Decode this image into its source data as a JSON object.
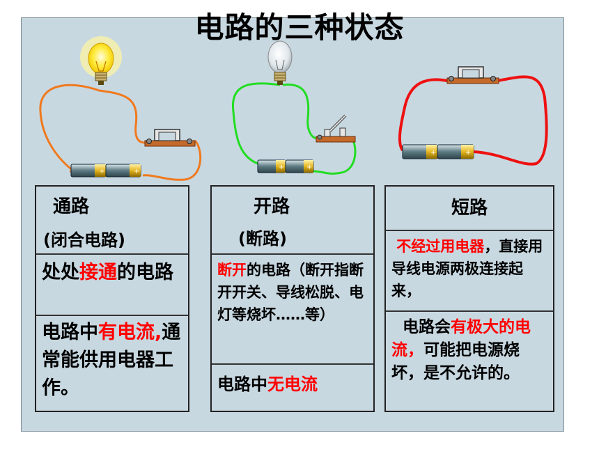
{
  "title": "电路的三种状态",
  "columns": [
    {
      "header": "通路",
      "subheader": "(闭合电路)",
      "definition": [
        {
          "t": "处处",
          "red": false
        },
        {
          "t": "接通",
          "red": true
        },
        {
          "t": "的电路",
          "red": false
        }
      ],
      "current": [
        {
          "t": "电路中",
          "red": false
        },
        {
          "t": "有电流,",
          "red": true
        },
        {
          "t": "通常能供用电器工作。",
          "red": false
        }
      ]
    },
    {
      "header": "开路",
      "subheader": "(断路)",
      "definition": [
        {
          "t": "断开",
          "red": true
        },
        {
          "t": "的电路（断开指断开开关、导线松脱、电灯等烧坏……等）",
          "red": false
        }
      ],
      "current": [
        {
          "t": "电路中",
          "red": false
        },
        {
          "t": "无电流",
          "red": true
        }
      ]
    },
    {
      "header": "短路",
      "definition": [
        {
          "t": " 不经过用电器",
          "red": true
        },
        {
          "t": "，直接用导线电源两极连接起来，",
          "red": false
        }
      ],
      "current": [
        {
          "t": "  电路会",
          "red": false
        },
        {
          "t": "有极大的电流，",
          "red": true
        },
        {
          "t": "可能把电源烧坏，是不允许的。",
          "red": false
        }
      ]
    }
  ],
  "colors": {
    "panel": "#c8d8e1",
    "red": "#ff0000",
    "wire_closed": "#f07a1e",
    "wire_open": "#22dd22",
    "wire_short": "#ee1111"
  },
  "icons": [
    "bulb-lit-icon",
    "bulb-off-icon",
    "switch-closed-icon",
    "switch-open-icon",
    "battery-icon"
  ]
}
